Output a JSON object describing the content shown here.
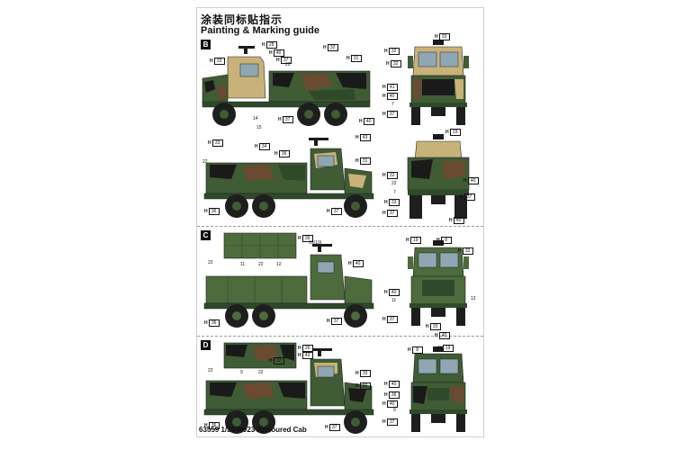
{
  "header": {
    "title_cn": "涂装同标贴指示",
    "title_en": "Painting & Marking guide"
  },
  "sections": [
    {
      "label": "B"
    },
    {
      "label": "C"
    },
    {
      "label": "D"
    }
  ],
  "callouts": {
    "B1": [
      {
        "h": "H",
        "v": "28"
      },
      {
        "h": "H",
        "v": "33"
      },
      {
        "h": "H",
        "v": "40"
      },
      {
        "h": "H",
        "v": "37"
      },
      {
        "h": "H",
        "v": "32"
      },
      {
        "h": "H",
        "v": "31"
      },
      {
        "h": "H",
        "v": "37"
      },
      {
        "h": "H",
        "v": "40"
      },
      {
        "h": "H",
        "v": "33"
      },
      {
        "h": "H",
        "v": "32"
      },
      {
        "h": "H",
        "v": "41"
      },
      {
        "h": "H",
        "v": "37"
      },
      {
        "h": "H",
        "v": "40"
      },
      {
        "h": "H",
        "v": "32"
      }
    ],
    "B2": [
      {
        "h": "H",
        "v": "33"
      },
      {
        "h": "H",
        "v": "34"
      },
      {
        "h": "H",
        "v": "36"
      },
      {
        "h": "H",
        "v": "43"
      },
      {
        "h": "H",
        "v": "31"
      },
      {
        "h": "H",
        "v": "37"
      },
      {
        "h": "H",
        "v": "36"
      },
      {
        "h": "H",
        "v": "19"
      },
      {
        "h": "H",
        "v": "32"
      },
      {
        "h": "H",
        "v": "40"
      },
      {
        "h": "H",
        "v": "33"
      },
      {
        "h": "H",
        "v": "37"
      },
      {
        "h": "H",
        "v": "40"
      },
      {
        "h": "H",
        "v": "37"
      }
    ],
    "C": [
      {
        "h": "H",
        "v": "39"
      },
      {
        "h": "H",
        "v": "40"
      },
      {
        "h": "H",
        "v": "37"
      },
      {
        "h": "H",
        "v": "36"
      },
      {
        "h": "H",
        "v": "19"
      },
      {
        "h": "H",
        "v": "8"
      },
      {
        "h": "H",
        "v": "32"
      },
      {
        "h": "H",
        "v": "40"
      },
      {
        "h": "H",
        "v": "37"
      },
      {
        "h": "H",
        "v": "33"
      },
      {
        "h": "H",
        "v": "40"
      }
    ],
    "D": [
      {
        "h": "H",
        "v": "26"
      },
      {
        "h": "H",
        "v": "43"
      },
      {
        "h": "H",
        "v": "33"
      },
      {
        "h": "H",
        "v": "32"
      },
      {
        "h": "H",
        "v": "37"
      },
      {
        "h": "H",
        "v": "36"
      },
      {
        "h": "H",
        "v": "32"
      },
      {
        "h": "H",
        "v": "19"
      },
      {
        "h": "H",
        "v": "8"
      },
      {
        "h": "H",
        "v": "40"
      },
      {
        "h": "H",
        "v": "36"
      },
      {
        "h": "H",
        "v": "40"
      },
      {
        "h": "H",
        "v": "37"
      }
    ]
  },
  "numbers": {
    "n22": "22",
    "n14": "14",
    "n15": "15",
    "n7": "7",
    "n11": "11",
    "n12": "12",
    "n1010": "10(10)",
    "n9": "9"
  },
  "colors": {
    "sand": "#c8b27a",
    "green": "#3f5c35",
    "dark_green": "#2e4a2a",
    "brown": "#6b4a32",
    "black": "#1a1a1a",
    "glass": "#8fa7b3",
    "tire": "#1e1e1e"
  },
  "footer": {
    "text": "63559 1/35 M923 Armoured Cab"
  }
}
